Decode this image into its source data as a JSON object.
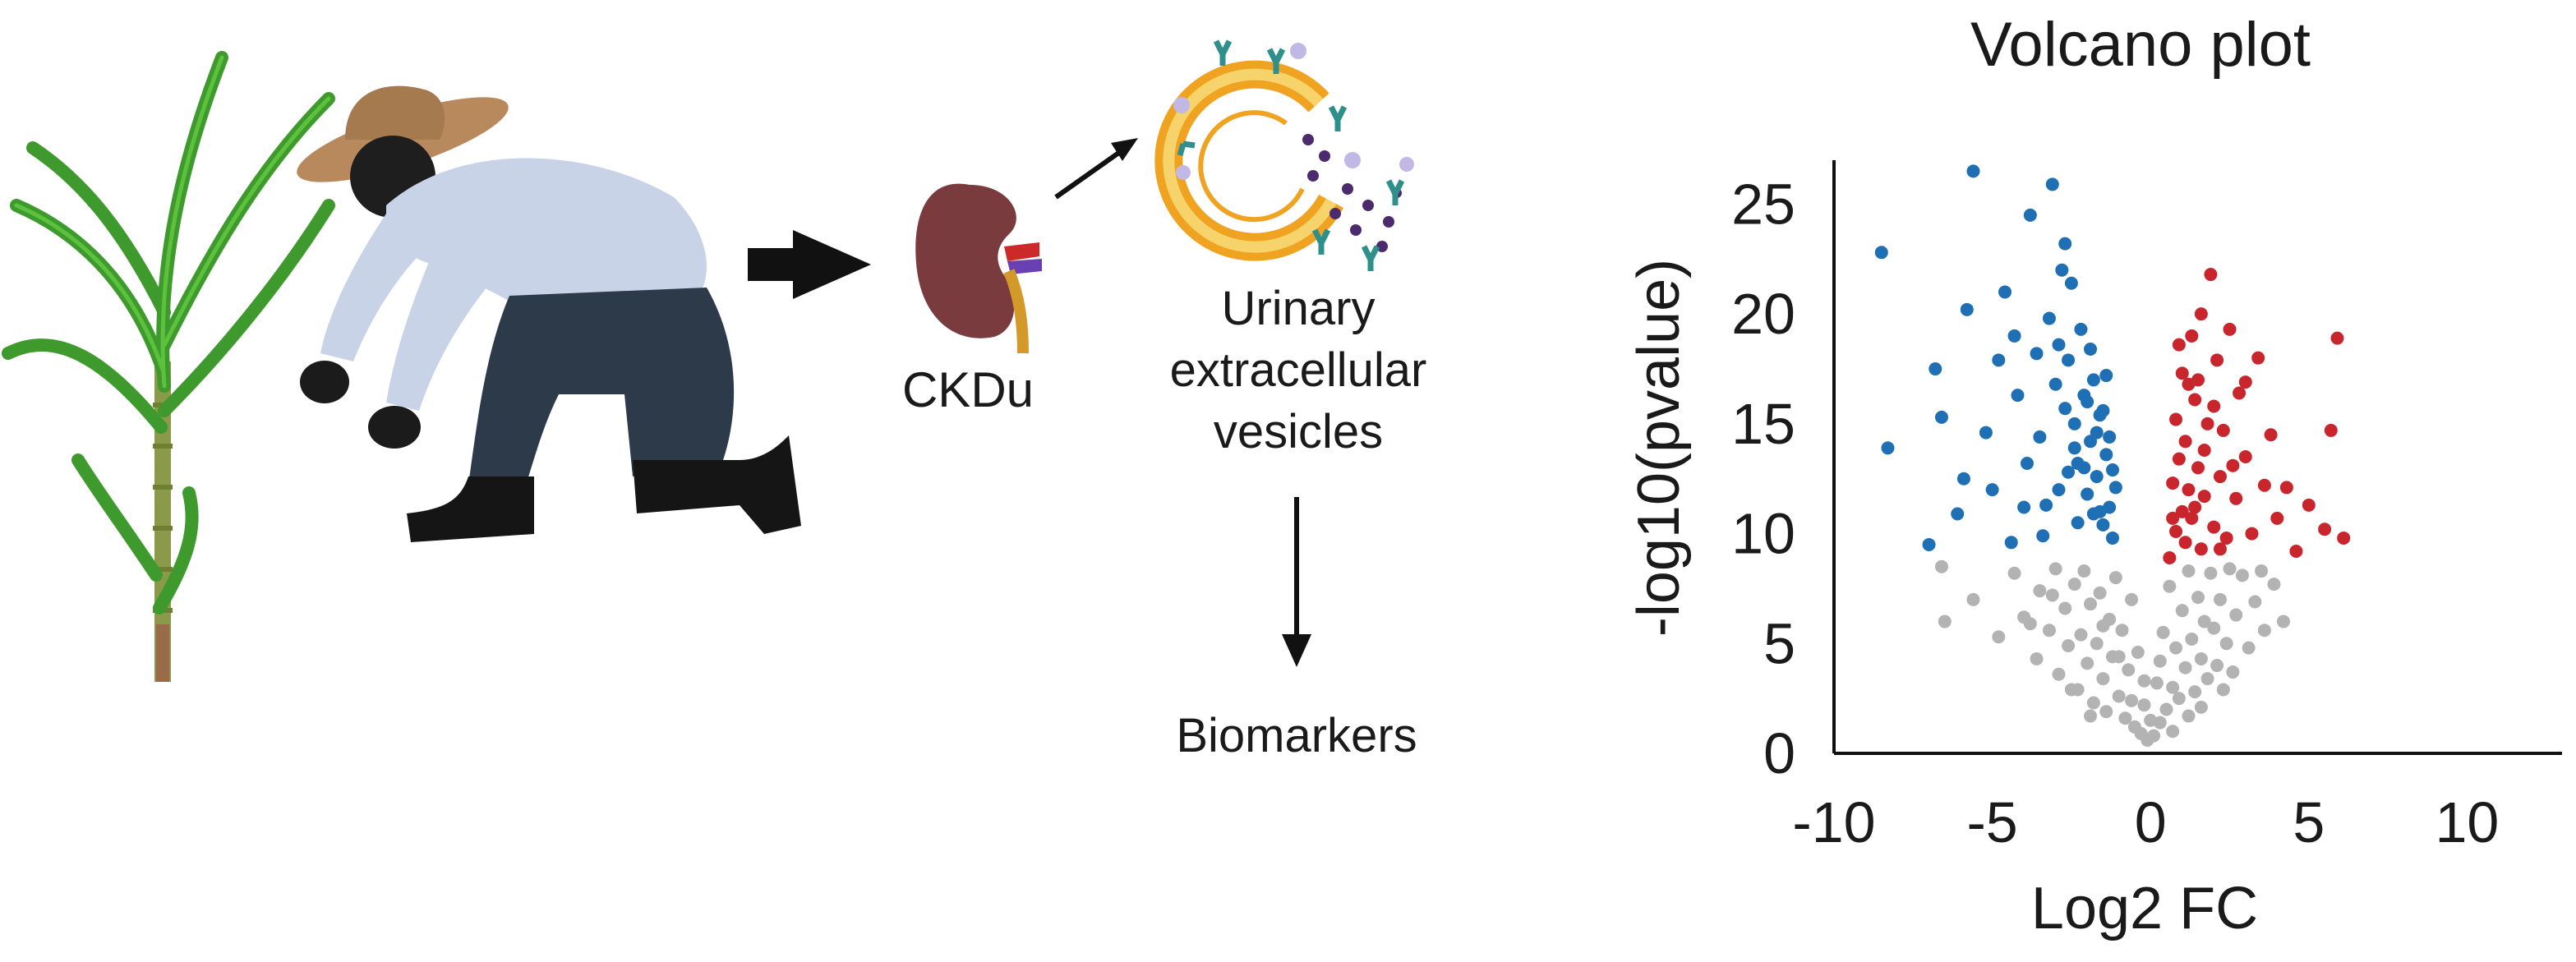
{
  "flow": {
    "kidney_label": "CKDu",
    "vesicles_label_line1": "Urinary",
    "vesicles_label_line2": "extracellular",
    "vesicles_label_line3": "vesicles",
    "biomarkers_label": "Biomarkers"
  },
  "chart_data": {
    "type": "scatter",
    "title": "Volcano plot",
    "xlabel": "Log2 FC",
    "ylabel": "-log10(pvalue)",
    "xlim": [
      -10,
      13
    ],
    "ylim": [
      0,
      27
    ],
    "xticks": [
      "-10",
      "-5",
      "0",
      "5",
      "10"
    ],
    "yticks": [
      "0",
      "5",
      "10",
      "15",
      "20",
      "25"
    ],
    "grid": false,
    "colors": {
      "down": "#1f6fb5",
      "up": "#c9252c",
      "ns": "#b3b3b3"
    },
    "series": [
      {
        "group": "down",
        "points": [
          [
            -8.5,
            22.8
          ],
          [
            -8.3,
            13.9
          ],
          [
            -7.0,
            9.5
          ],
          [
            -6.8,
            17.5
          ],
          [
            -6.6,
            15.3
          ],
          [
            -6.1,
            10.9
          ],
          [
            -5.9,
            12.5
          ],
          [
            -5.8,
            20.2
          ],
          [
            -5.6,
            26.5
          ],
          [
            -5.2,
            14.6
          ],
          [
            -4.8,
            17.9
          ],
          [
            -4.6,
            21.0
          ],
          [
            -4.3,
            19.0
          ],
          [
            -4.2,
            16.3
          ],
          [
            -4.0,
            11.2
          ],
          [
            -3.8,
            24.5
          ],
          [
            -3.6,
            18.2
          ],
          [
            -3.5,
            14.4
          ],
          [
            -3.2,
            19.8
          ],
          [
            -3.1,
            25.9
          ],
          [
            -3.0,
            16.8
          ],
          [
            -2.9,
            12.0
          ],
          [
            -2.8,
            22.0
          ],
          [
            -2.7,
            23.2
          ],
          [
            -2.6,
            17.9
          ],
          [
            -2.5,
            21.4
          ],
          [
            -2.4,
            15.0
          ],
          [
            -2.3,
            13.2
          ],
          [
            -2.2,
            19.3
          ],
          [
            -2.1,
            16.3
          ],
          [
            -2.0,
            11.8
          ],
          [
            -1.9,
            14.2
          ],
          [
            -1.8,
            17.0
          ],
          [
            -1.7,
            12.6
          ],
          [
            -1.6,
            15.4
          ],
          [
            -1.5,
            10.4
          ],
          [
            -1.4,
            13.6
          ],
          [
            -1.3,
            11.2
          ],
          [
            -1.2,
            9.8
          ],
          [
            -1.1,
            12.1
          ],
          [
            -2.3,
            10.5
          ],
          [
            -3.3,
            11.3
          ],
          [
            -2.6,
            12.8
          ],
          [
            -1.7,
            14.6
          ],
          [
            -2.0,
            16.0
          ],
          [
            -1.5,
            15.6
          ],
          [
            -1.8,
            10.9
          ],
          [
            -2.4,
            13.9
          ],
          [
            -1.3,
            14.4
          ],
          [
            -1.4,
            17.2
          ],
          [
            -1.9,
            18.4
          ],
          [
            -2.1,
            13.0
          ],
          [
            -1.2,
            12.9
          ],
          [
            -1.6,
            11.0
          ],
          [
            -2.7,
            15.7
          ],
          [
            -3.9,
            13.2
          ],
          [
            -4.4,
            9.6
          ],
          [
            -5.0,
            12.0
          ],
          [
            -3.4,
            9.9
          ],
          [
            -2.9,
            18.6
          ]
        ]
      },
      {
        "group": "up",
        "points": [
          [
            0.6,
            8.9
          ],
          [
            0.7,
            12.3
          ],
          [
            0.8,
            10.1
          ],
          [
            0.8,
            15.2
          ],
          [
            0.9,
            13.4
          ],
          [
            1.0,
            11.0
          ],
          [
            1.0,
            17.3
          ],
          [
            1.1,
            9.6
          ],
          [
            1.1,
            14.2
          ],
          [
            1.2,
            12.0
          ],
          [
            1.3,
            19.0
          ],
          [
            1.3,
            10.7
          ],
          [
            1.4,
            16.1
          ],
          [
            1.5,
            13.0
          ],
          [
            1.6,
            9.3
          ],
          [
            1.6,
            20.0
          ],
          [
            1.7,
            11.7
          ],
          [
            1.8,
            15.0
          ],
          [
            1.9,
            21.8
          ],
          [
            2.0,
            10.3
          ],
          [
            2.1,
            17.9
          ],
          [
            2.2,
            12.6
          ],
          [
            2.3,
            14.7
          ],
          [
            2.4,
            9.8
          ],
          [
            2.5,
            19.3
          ],
          [
            2.7,
            11.6
          ],
          [
            2.8,
            16.4
          ],
          [
            3.0,
            13.5
          ],
          [
            3.2,
            10.0
          ],
          [
            3.4,
            18.0
          ],
          [
            3.6,
            12.2
          ],
          [
            3.8,
            14.5
          ],
          [
            4.0,
            10.7
          ],
          [
            4.3,
            12.1
          ],
          [
            4.6,
            9.2
          ],
          [
            5.0,
            11.3
          ],
          [
            5.5,
            10.2
          ],
          [
            5.7,
            14.7
          ],
          [
            5.9,
            18.9
          ],
          [
            6.1,
            9.8
          ],
          [
            0.9,
            18.6
          ],
          [
            1.4,
            11.2
          ],
          [
            1.7,
            13.8
          ],
          [
            2.0,
            15.8
          ],
          [
            2.2,
            9.3
          ],
          [
            2.6,
            13.1
          ],
          [
            3.0,
            16.9
          ],
          [
            1.2,
            16.8
          ],
          [
            0.7,
            10.7
          ],
          [
            1.5,
            17.0
          ]
        ]
      },
      {
        "group": "ns",
        "points": [
          [
            -6.6,
            8.5
          ],
          [
            -6.5,
            6.0
          ],
          [
            -5.6,
            7.0
          ],
          [
            -4.8,
            5.3
          ],
          [
            -4.3,
            8.2
          ],
          [
            -4.0,
            6.2
          ],
          [
            -3.6,
            4.3
          ],
          [
            -3.5,
            7.4
          ],
          [
            -3.2,
            5.6
          ],
          [
            -3.0,
            8.4
          ],
          [
            -2.9,
            3.6
          ],
          [
            -2.7,
            6.6
          ],
          [
            -2.6,
            4.9
          ],
          [
            -2.4,
            7.7
          ],
          [
            -2.3,
            2.9
          ],
          [
            -2.2,
            5.4
          ],
          [
            -2.1,
            8.3
          ],
          [
            -2.0,
            4.1
          ],
          [
            -1.9,
            6.8
          ],
          [
            -1.8,
            2.3
          ],
          [
            -1.7,
            5.0
          ],
          [
            -1.6,
            7.3
          ],
          [
            -1.5,
            3.4
          ],
          [
            -1.4,
            1.9
          ],
          [
            -1.3,
            6.1
          ],
          [
            -1.2,
            4.4
          ],
          [
            -1.1,
            8.0
          ],
          [
            -1.0,
            2.6
          ],
          [
            -0.9,
            5.6
          ],
          [
            -0.8,
            1.6
          ],
          [
            -0.7,
            3.8
          ],
          [
            -0.6,
            7.0
          ],
          [
            -0.5,
            1.2
          ],
          [
            -0.4,
            4.6
          ],
          [
            -0.3,
            0.9
          ],
          [
            -0.2,
            2.2
          ],
          [
            -0.1,
            0.6
          ],
          [
            0.0,
            1.5
          ],
          [
            0.1,
            0.8
          ],
          [
            0.2,
            3.2
          ],
          [
            0.3,
            1.4
          ],
          [
            0.4,
            5.5
          ],
          [
            0.5,
            2.0
          ],
          [
            0.6,
            7.6
          ],
          [
            0.7,
            3.0
          ],
          [
            0.8,
            4.8
          ],
          [
            0.9,
            2.5
          ],
          [
            1.0,
            6.5
          ],
          [
            1.1,
            3.9
          ],
          [
            1.2,
            8.3
          ],
          [
            1.3,
            5.2
          ],
          [
            1.4,
            2.8
          ],
          [
            1.5,
            7.1
          ],
          [
            1.6,
            4.3
          ],
          [
            1.7,
            6.0
          ],
          [
            1.8,
            3.4
          ],
          [
            1.9,
            8.2
          ],
          [
            2.0,
            5.7
          ],
          [
            2.1,
            4.0
          ],
          [
            2.2,
            7.0
          ],
          [
            2.4,
            5.0
          ],
          [
            2.6,
            3.7
          ],
          [
            2.7,
            6.3
          ],
          [
            2.9,
            8.1
          ],
          [
            3.1,
            4.8
          ],
          [
            3.3,
            6.9
          ],
          [
            3.6,
            5.6
          ],
          [
            3.9,
            7.7
          ],
          [
            4.2,
            6.0
          ],
          [
            -2.5,
            2.9
          ],
          [
            -1.9,
            1.7
          ],
          [
            -1.5,
            5.8
          ],
          [
            -1.0,
            4.4
          ],
          [
            -0.6,
            2.4
          ],
          [
            -0.2,
            3.3
          ],
          [
            0.3,
            4.2
          ],
          [
            0.7,
            1.0
          ],
          [
            1.2,
            1.7
          ],
          [
            1.6,
            2.1
          ],
          [
            2.3,
            2.9
          ],
          [
            -3.8,
            5.9
          ],
          [
            -3.1,
            7.2
          ],
          [
            2.5,
            8.4
          ],
          [
            3.5,
            8.3
          ]
        ]
      }
    ]
  }
}
